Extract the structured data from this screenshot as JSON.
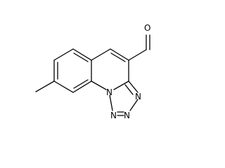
{
  "molecule": {
    "atoms": {
      "O": "O",
      "N1": "N",
      "N2": "N",
      "N3": "N",
      "N4": "N"
    },
    "ink_color": "#000000",
    "background_color": "#ffffff"
  }
}
